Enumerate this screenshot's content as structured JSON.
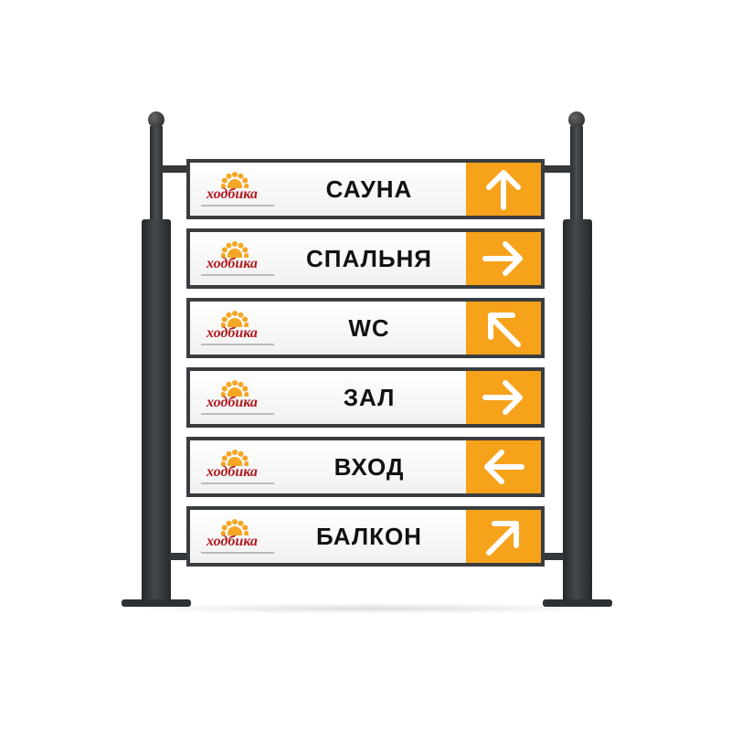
{
  "brand": {
    "logo_text": "ходбика",
    "accent": "#f7a21b",
    "frame": "#3a3d40"
  },
  "signs": [
    {
      "label": "САУНА",
      "arrow": "up"
    },
    {
      "label": "СПАЛЬНЯ",
      "arrow": "right"
    },
    {
      "label": "WC",
      "arrow": "up-left"
    },
    {
      "label": "ЗАЛ",
      "arrow": "right"
    },
    {
      "label": "ВХОД",
      "arrow": "left"
    },
    {
      "label": "БАЛКОН",
      "arrow": "up-right"
    }
  ]
}
